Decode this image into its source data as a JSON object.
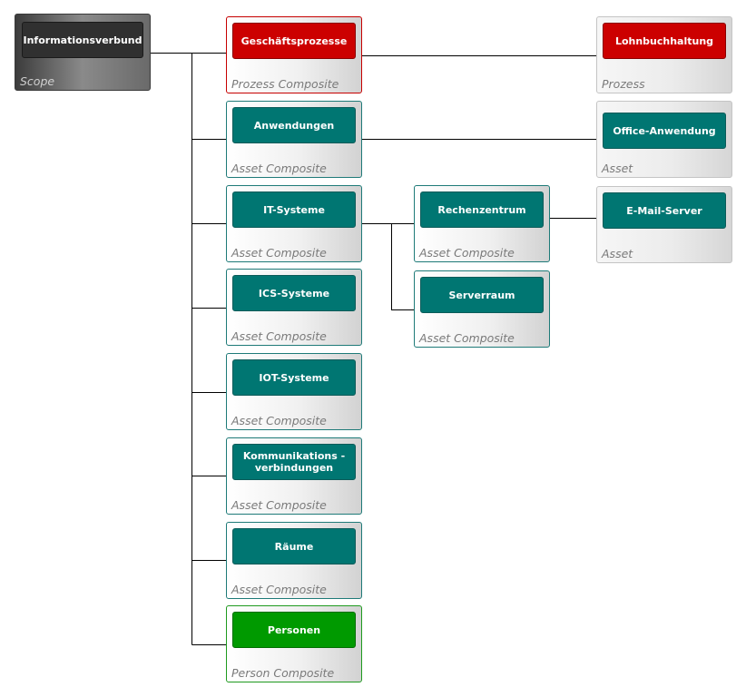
{
  "nodes": {
    "scope": {
      "label": "Informationsverbund",
      "type": "Scope"
    },
    "geschaeftsprozesse": {
      "label": "Geschäftsprozesse",
      "type": "Prozess Composite"
    },
    "anwendungen": {
      "label": "Anwendungen",
      "type": "Asset Composite"
    },
    "it_systeme": {
      "label": "IT-Systeme",
      "type": "Asset Composite"
    },
    "ics_systeme": {
      "label": "ICS-Systeme",
      "type": "Asset Composite"
    },
    "iot_systeme": {
      "label": "IOT-Systeme",
      "type": "Asset Composite"
    },
    "kommunikation": {
      "label": "Kommunikations -verbindungen",
      "type": "Asset Composite"
    },
    "raeume": {
      "label": "Räume",
      "type": "Asset Composite"
    },
    "personen": {
      "label": "Personen",
      "type": "Person Composite"
    },
    "rechenzentrum": {
      "label": "Rechenzentrum",
      "type": "Asset Composite"
    },
    "serverraum": {
      "label": "Serverraum",
      "type": "Asset Composite"
    },
    "lohnbuchhaltung": {
      "label": "Lohnbuchhaltung",
      "type": "Prozess"
    },
    "office_anwendung": {
      "label": "Office-Anwendung",
      "type": "Asset"
    },
    "email_server": {
      "label": "E-Mail-Server",
      "type": "Asset"
    }
  },
  "colors": {
    "asset": "#007672",
    "process": "#cc0000",
    "person": "#009a00",
    "scope": "#303030"
  }
}
